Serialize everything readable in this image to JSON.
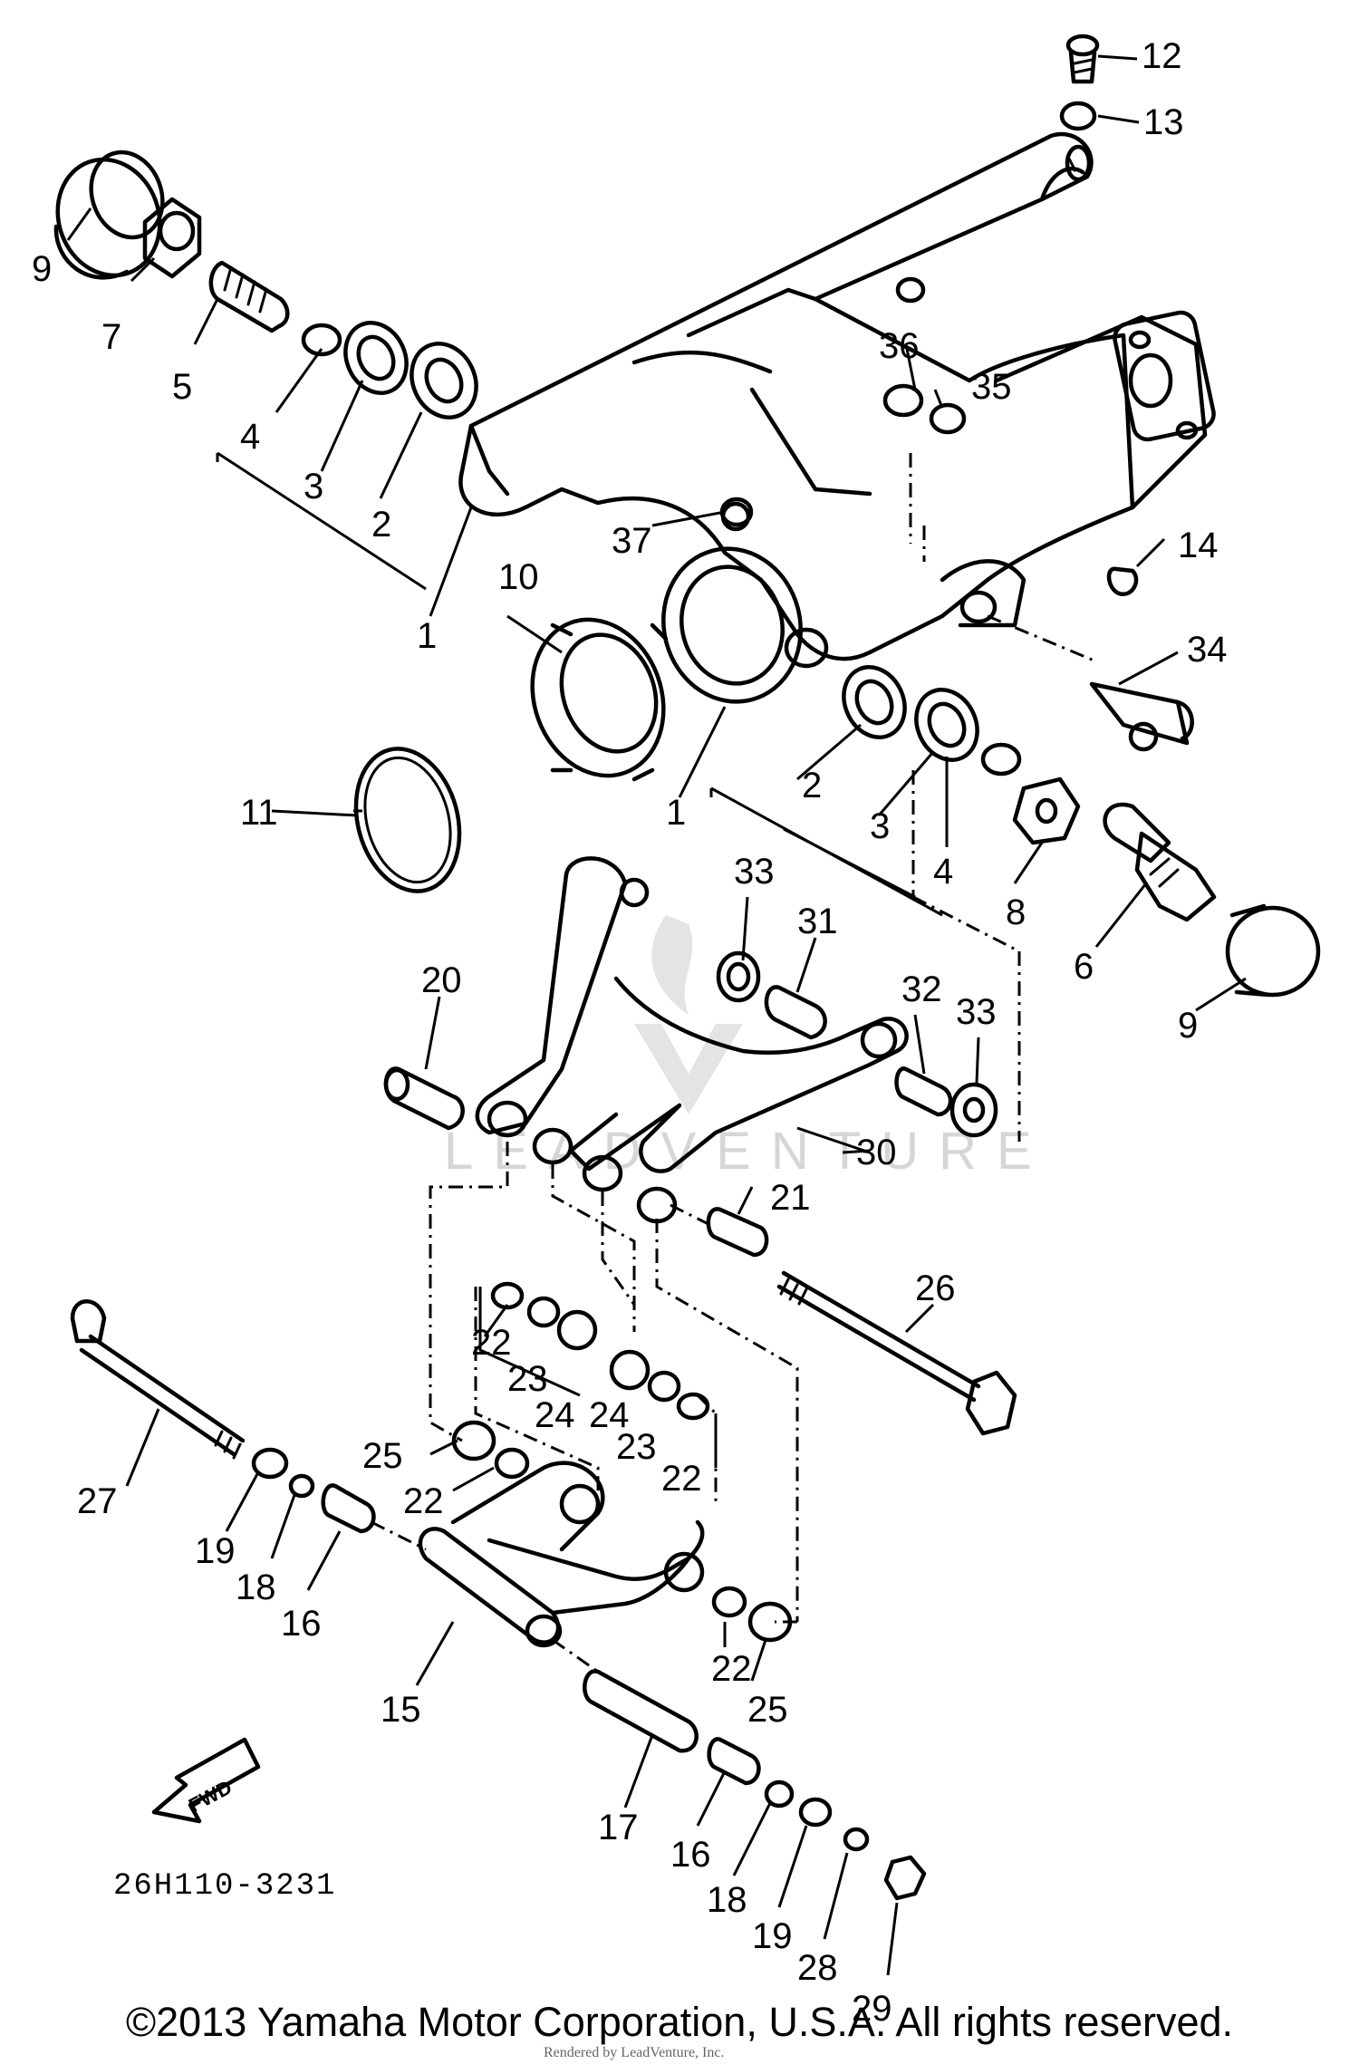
{
  "diagram_code": "26H110-3231",
  "fwd_label": "FWD",
  "watermark_text": "LEADVENTURE",
  "rendered_by": "Rendered by LeadVenture, Inc.",
  "copyright": "©2013 Yamaha Motor Corporation, U.S.A. All rights reserved.",
  "callouts": [
    "1",
    "1",
    "2",
    "2",
    "3",
    "3",
    "4",
    "4",
    "5",
    "6",
    "7",
    "8",
    "9",
    "9",
    "10",
    "11",
    "12",
    "13",
    "14",
    "15",
    "16",
    "16",
    "17",
    "18",
    "18",
    "19",
    "19",
    "20",
    "21",
    "22",
    "22",
    "22",
    "22",
    "23",
    "23",
    "24",
    "24",
    "25",
    "25",
    "26",
    "27",
    "28",
    "29",
    "30",
    "31",
    "32",
    "33",
    "33",
    "34",
    "35",
    "36",
    "37"
  ]
}
